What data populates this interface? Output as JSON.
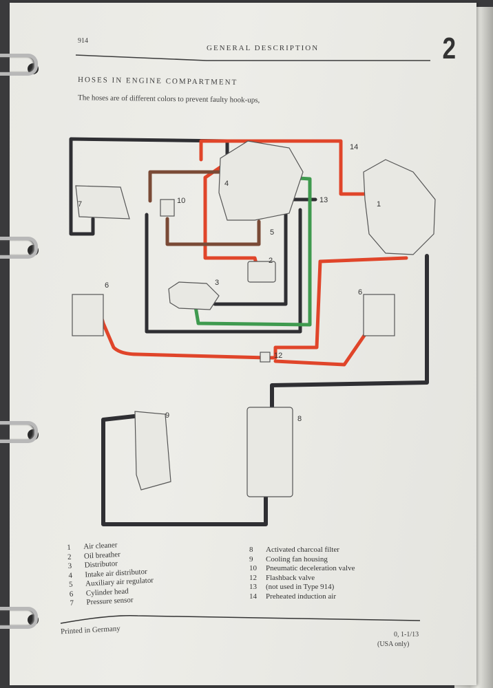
{
  "header": {
    "page_ref": "914",
    "section": "GENERAL DESCRIPTION",
    "chapter": "2"
  },
  "heading": "HOSES IN ENGINE COMPARTMENT",
  "intro": "The hoses are of different colors to prevent faulty hook-ups,",
  "diagram": {
    "labels": {
      "c1": "1",
      "c2": "2",
      "c3": "3",
      "c4": "4",
      "c5": "5",
      "c6a": "6",
      "c6b": "6",
      "c7": "7",
      "c8": "8",
      "c9": "9",
      "c10": "10",
      "c12": "12",
      "c13": "13",
      "c14": "14"
    },
    "colors": {
      "red": "#e0452a",
      "black": "#2f2f33",
      "brown": "#7a4a36",
      "green": "#3f9a4f"
    }
  },
  "legend": {
    "left": [
      {
        "n": "1",
        "label": "Air cleaner"
      },
      {
        "n": "2",
        "label": "Oil breather"
      },
      {
        "n": "3",
        "label": "Distributor"
      },
      {
        "n": "4",
        "label": "Intake air distributor"
      },
      {
        "n": "5",
        "label": "Auxiliary air regulator"
      },
      {
        "n": "6",
        "label": "Cylinder head"
      },
      {
        "n": "7",
        "label": "Pressure sensor"
      }
    ],
    "right": [
      {
        "n": "8",
        "label": "Activated charcoal filter"
      },
      {
        "n": "9",
        "label": "Cooling fan housing"
      },
      {
        "n": "10",
        "label": "Pneumatic deceleration valve"
      },
      {
        "n": "12",
        "label": "Flashback valve"
      },
      {
        "n": "13",
        "label": "(not used in Type 914)"
      },
      {
        "n": "14",
        "label": "Preheated induction air"
      }
    ]
  },
  "footer": {
    "printed": "Printed in Germany",
    "code": "0, 1-1/13",
    "note": "(USA only)"
  }
}
